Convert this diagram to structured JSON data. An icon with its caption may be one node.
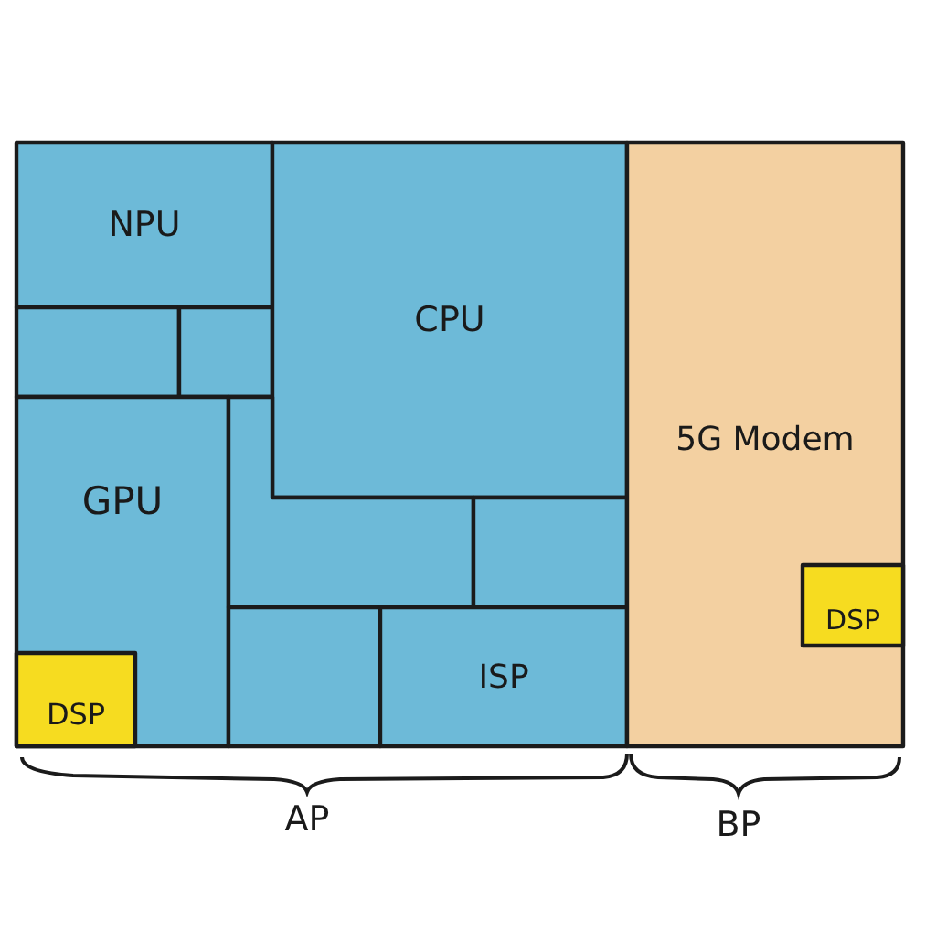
{
  "diagram": {
    "nodes": [
      {
        "text": [
          "NPU"
        ]
      },
      {
        "text": [],
        "shape": "box"
      },
      {
        "text": [],
        "shape": "box"
      },
      {
        "text": [
          "CPU"
        ]
      },
      {
        "text": [
          "GPU"
        ]
      },
      {
        "text": [
          "DSP"
        ],
        "in": 4
      },
      {
        "text": [],
        "shape": "box"
      },
      {
        "text": [],
        "shape": "box"
      },
      {
        "text": [],
        "shape": "box"
      },
      {
        "text": [
          "ISP"
        ]
      },
      {
        "text": [
          "5G Modem"
        ]
      },
      {
        "text": [
          "DSP"
        ],
        "in": 10
      }
    ],
    "labels": [
      "AP",
      "BP"
    ]
  }
}
